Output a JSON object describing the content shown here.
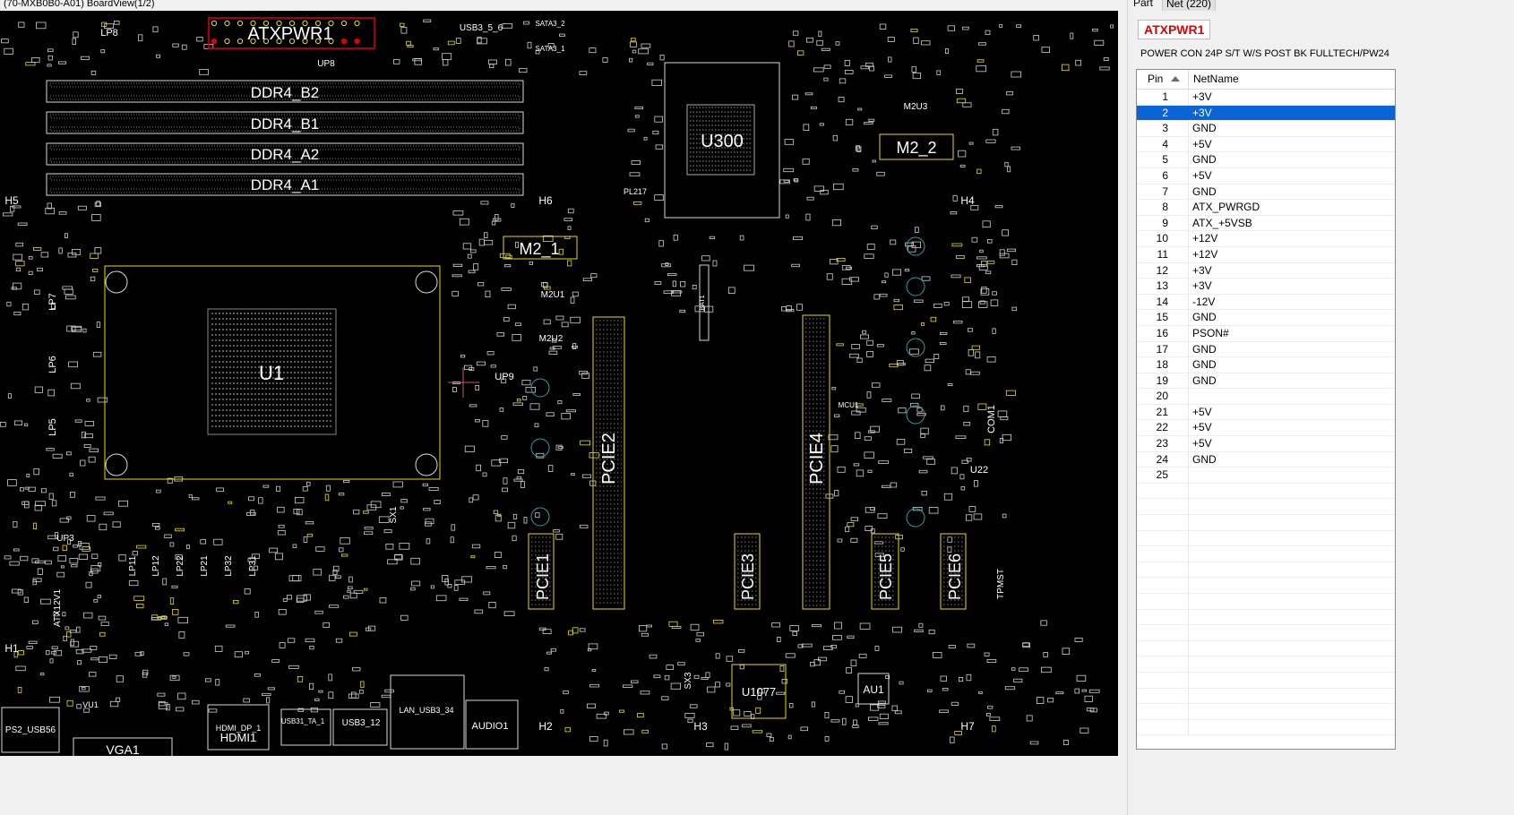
{
  "window": {
    "title": "(70-MXB0B0-A01) BoardView(1/2)"
  },
  "board": {
    "big_labels": [
      {
        "key": "atxpwr",
        "text": "ATXPWR1"
      },
      {
        "key": "ddr_b2",
        "text": "DDR4_B2"
      },
      {
        "key": "ddr_b1",
        "text": "DDR4_B1"
      },
      {
        "key": "ddr_a2",
        "text": "DDR4_A2"
      },
      {
        "key": "ddr_a1",
        "text": "DDR4_A1"
      },
      {
        "key": "u1",
        "text": "U1"
      },
      {
        "key": "m2_1",
        "text": "M2_1"
      },
      {
        "key": "m2_2",
        "text": "M2_2"
      },
      {
        "key": "u300",
        "text": "U300"
      },
      {
        "key": "pcie1",
        "text": "PCIE1"
      },
      {
        "key": "pcie2",
        "text": "PCIE2"
      },
      {
        "key": "pcie3",
        "text": "PCIE3"
      },
      {
        "key": "pcie4",
        "text": "PCIE4"
      },
      {
        "key": "pcie5",
        "text": "PCIE5"
      },
      {
        "key": "pcie6",
        "text": "PCIE6"
      },
      {
        "key": "u1077",
        "text": "U1077"
      },
      {
        "key": "au1",
        "text": "AU1"
      },
      {
        "key": "hdmi1",
        "text": "HDMI1"
      },
      {
        "key": "vga1",
        "text": "VGA1"
      }
    ],
    "small_labels": [
      {
        "key": "lp8",
        "text": "LP8"
      },
      {
        "key": "h5",
        "text": "H5"
      },
      {
        "key": "h6",
        "text": "H6"
      },
      {
        "key": "h4",
        "text": "H4"
      },
      {
        "key": "h1",
        "text": "H1"
      },
      {
        "key": "h2",
        "text": "H2"
      },
      {
        "key": "h3",
        "text": "H3"
      },
      {
        "key": "h7",
        "text": "H7"
      },
      {
        "key": "lp7",
        "text": "LP7"
      },
      {
        "key": "lp6",
        "text": "LP6"
      },
      {
        "key": "lp5",
        "text": "LP5"
      },
      {
        "key": "up8",
        "text": "UP8"
      },
      {
        "key": "up9",
        "text": "UP9"
      },
      {
        "key": "up3",
        "text": "UP3"
      },
      {
        "key": "m2u1",
        "text": "M2U1"
      },
      {
        "key": "m2u2",
        "text": "M2U2"
      },
      {
        "key": "m2u3",
        "text": "M2U3"
      },
      {
        "key": "usb3_5_6",
        "text": "USB3_5_6"
      },
      {
        "key": "u22",
        "text": "U22"
      },
      {
        "key": "com1",
        "text": "COM1"
      },
      {
        "key": "sx1",
        "text": "SX1"
      },
      {
        "key": "sx3",
        "text": "SX3"
      },
      {
        "key": "lp11",
        "text": "LP11"
      },
      {
        "key": "lp12",
        "text": "LP12"
      },
      {
        "key": "lp22",
        "text": "LP22"
      },
      {
        "key": "lp21",
        "text": "LP21"
      },
      {
        "key": "lp32",
        "text": "LP32"
      },
      {
        "key": "lp31",
        "text": "LP31"
      },
      {
        "key": "atx12v1",
        "text": "ATX12V1"
      },
      {
        "key": "ps2",
        "text": "PS2_USB56"
      },
      {
        "key": "hdmi_dp",
        "text": "HDMI_DP_1"
      },
      {
        "key": "usb31",
        "text": "USB31_TA_1"
      },
      {
        "key": "usb3_12",
        "text": "USB3_12"
      },
      {
        "key": "lan",
        "text": "LAN_USB3_34"
      },
      {
        "key": "audio1",
        "text": "AUDIO1"
      },
      {
        "key": "tpmst",
        "text": "TPMST"
      },
      {
        "key": "sata3_1",
        "text": "SATA3_1"
      },
      {
        "key": "sata3_2",
        "text": "SATA3_2"
      },
      {
        "key": "pl217",
        "text": "PL217"
      },
      {
        "key": "mcu1",
        "text": "MCU1"
      },
      {
        "key": "bat1",
        "text": "BAT1"
      },
      {
        "key": "vu1",
        "text": "VU1"
      }
    ]
  },
  "panel": {
    "tabs": [
      {
        "label": "Part"
      },
      {
        "label": "Net (220)"
      }
    ],
    "part_name": "ATXPWR1",
    "description": "POWER CON 24P S/T W/S POST BK FULLTECH/PW24",
    "columns": {
      "pin": "Pin",
      "net": "NetName"
    },
    "selected_pin": "2",
    "pins": [
      {
        "pin": "1",
        "net": "+3V"
      },
      {
        "pin": "2",
        "net": "+3V"
      },
      {
        "pin": "3",
        "net": "GND"
      },
      {
        "pin": "4",
        "net": "+5V"
      },
      {
        "pin": "5",
        "net": "GND"
      },
      {
        "pin": "6",
        "net": "+5V"
      },
      {
        "pin": "7",
        "net": "GND"
      },
      {
        "pin": "8",
        "net": "ATX_PWRGD"
      },
      {
        "pin": "9",
        "net": "ATX_+5VSB"
      },
      {
        "pin": "10",
        "net": "+12V"
      },
      {
        "pin": "11",
        "net": "+12V"
      },
      {
        "pin": "12",
        "net": "+3V"
      },
      {
        "pin": "13",
        "net": "+3V"
      },
      {
        "pin": "14",
        "net": "-12V"
      },
      {
        "pin": "15",
        "net": "GND"
      },
      {
        "pin": "16",
        "net": "PSON#"
      },
      {
        "pin": "17",
        "net": "GND"
      },
      {
        "pin": "18",
        "net": "GND"
      },
      {
        "pin": "19",
        "net": "GND"
      },
      {
        "pin": "20",
        "net": ""
      },
      {
        "pin": "21",
        "net": "+5V"
      },
      {
        "pin": "22",
        "net": "+5V"
      },
      {
        "pin": "23",
        "net": "+5V"
      },
      {
        "pin": "24",
        "net": "GND"
      },
      {
        "pin": "25",
        "net": ""
      }
    ],
    "colors": {
      "selection": "#0a64d6",
      "part_name": "#e00000",
      "board_bg": "#000000",
      "outline": "#d8d8d8",
      "highlight": "#e8e000"
    }
  }
}
